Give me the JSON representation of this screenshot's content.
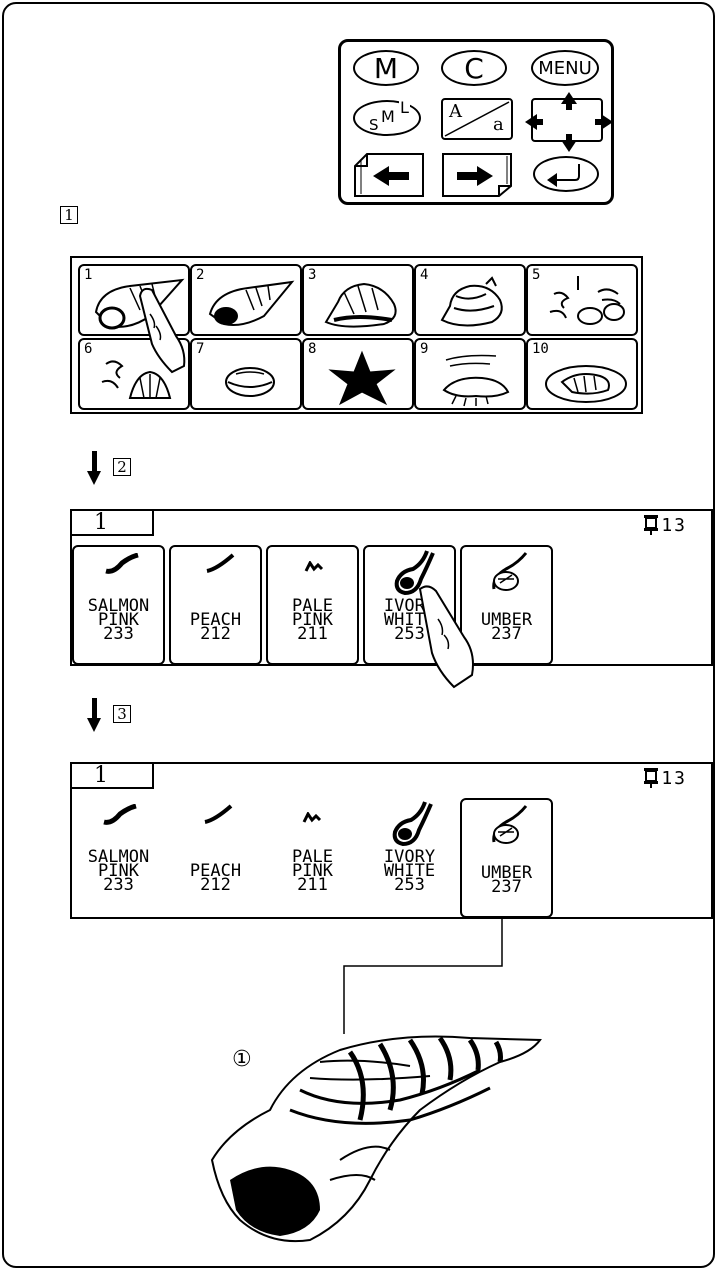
{
  "control_panel": {
    "m_label": "M",
    "c_label": "C",
    "menu_label": "MENU",
    "size_labels": {
      "s": "S",
      "m": "M",
      "l": "L"
    },
    "case_labels": {
      "upper": "A",
      "lower": "a"
    }
  },
  "steps": [
    "1",
    "2",
    "3"
  ],
  "pattern_grid": {
    "cells": [
      "1",
      "2",
      "3",
      "4",
      "5",
      "6",
      "7",
      "8",
      "9",
      "10"
    ]
  },
  "color_screen_1": {
    "tab_number": "1",
    "count": "13",
    "swatches": [
      {
        "name1": "SALMON",
        "name2": "PINK",
        "code": "233"
      },
      {
        "name1": "",
        "name2": "PEACH",
        "code": "212"
      },
      {
        "name1": "PALE",
        "name2": "PINK",
        "code": "211"
      },
      {
        "name1": "IVORY",
        "name2": "WHITE",
        "code": "253"
      },
      {
        "name1": "",
        "name2": "UMBER",
        "code": "237"
      }
    ]
  },
  "color_screen_2": {
    "tab_number": "1",
    "count": "13",
    "swatches": [
      {
        "name1": "SALMON",
        "name2": "PINK",
        "code": "233"
      },
      {
        "name1": "",
        "name2": "PEACH",
        "code": "212"
      },
      {
        "name1": "PALE",
        "name2": "PINK",
        "code": "211"
      },
      {
        "name1": "IVORY",
        "name2": "WHITE",
        "code": "253"
      },
      {
        "name1": "",
        "name2": "UMBER",
        "code": "237"
      }
    ]
  },
  "callout_label": "①"
}
